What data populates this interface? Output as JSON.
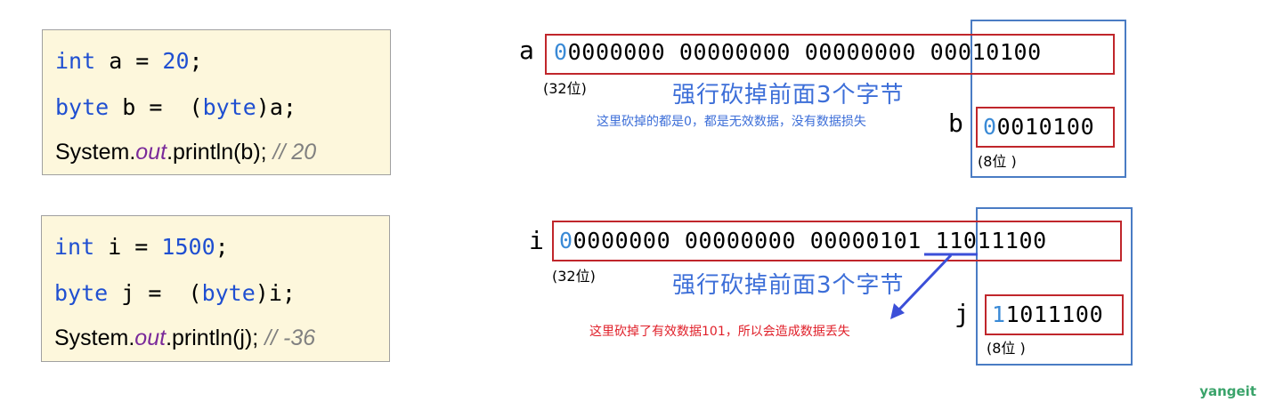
{
  "code_block_1": {
    "line1": {
      "kw": "int",
      "rest": " a = ",
      "num": "20",
      "end": ";"
    },
    "line2": {
      "kw": "byte",
      "mid": " b =  (",
      "kw2": "byte",
      "end": ")a;"
    },
    "line3": {
      "pre": "System.",
      "out": "out",
      "post": ".println(b); ",
      "comment": "// 20"
    }
  },
  "code_block_2": {
    "line1": {
      "kw": "int",
      "rest": " i = ",
      "num": "1500",
      "end": ";"
    },
    "line2": {
      "kw": "byte",
      "mid": " j =  (",
      "kw2": "byte",
      "end": ")i;"
    },
    "line3": {
      "pre": "System.",
      "out": "out",
      "post": ".println(j); ",
      "comment": "// -36"
    }
  },
  "diagram_1": {
    "var32_label": "a",
    "bits32_first": "0",
    "bits32_rest": "0000000 00000000 00000000",
    "bits32_last_byte": "00010100",
    "width32_label": "(32位)",
    "truncate_note": "强行砍掉前面3个字节",
    "explain_note": "这里砍掉的都是0，都是无效数据，没有数据损失",
    "var8_label": "b",
    "bits8_first": "0",
    "bits8_rest": "0010100",
    "width8_label": "(8位 )"
  },
  "diagram_2": {
    "var32_label": "i",
    "bits32_first": "0",
    "bits32_rest": "0000000 00000000 00000101",
    "bits32_last_byte": "11011100",
    "width32_label": "(32位)",
    "truncate_note": "强行砍掉前面3个字节",
    "explain_note": "这里砍掉了有效数据101，所以会造成数据丢失",
    "var8_label": "j",
    "bits8_first": "1",
    "bits8_rest": "1011100",
    "width8_label": "(8位 )"
  },
  "brand": "yangeit",
  "colors": {
    "red_box": "#c0262b",
    "blue_box": "#4a7cc4",
    "note_blue": "#3c6ed8",
    "note_red": "#e0202a",
    "code_bg": "#fdf7dc"
  }
}
